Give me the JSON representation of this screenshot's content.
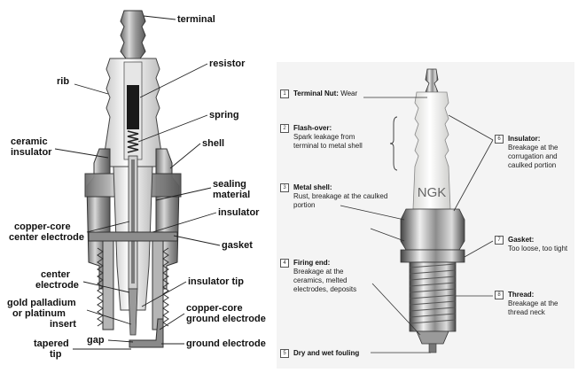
{
  "left_diagram": {
    "labels": {
      "terminal": "terminal",
      "resistor": "resistor",
      "rib": "rib",
      "spring": "spring",
      "ceramic_insulator": [
        "ceramic",
        "insulator"
      ],
      "shell": "shell",
      "sealing_material": [
        "sealing",
        "material"
      ],
      "insulator": "insulator",
      "copper_core_center_electrode": [
        "copper-core",
        "center electrode"
      ],
      "gasket": "gasket",
      "center_electrode": [
        "center",
        "electrode"
      ],
      "insulator_tip": "insulator tip",
      "gold_palladium": [
        "gold palladium",
        "or platinum",
        "insert"
      ],
      "copper_core_ground_electrode": [
        "copper-core",
        "ground electrode"
      ],
      "gap": "gap",
      "tapered_tip": [
        "tapered",
        "tip"
      ],
      "ground_electrode": "ground electrode"
    }
  },
  "right_diagram": {
    "brand_text": "NGK",
    "items": [
      {
        "num": "1",
        "title": "Terminal Nut:",
        "inline": " Wear",
        "lines": []
      },
      {
        "num": "2",
        "title": "Flash-over:",
        "inline": "",
        "lines": [
          "Spark leakage from",
          "terminal to metal shell"
        ]
      },
      {
        "num": "3",
        "title": "Metal shell:",
        "inline": "",
        "lines": [
          "Rust, breakage at the caulked",
          "portion"
        ]
      },
      {
        "num": "4",
        "title": "Firing end:",
        "inline": "",
        "lines": [
          "Breakage at the",
          "ceramics, melted",
          "electrodes, deposits"
        ]
      },
      {
        "num": "5",
        "title": "Dry and wet fouling",
        "inline": "",
        "lines": []
      },
      {
        "num": "6",
        "title": "Insulator:",
        "inline": "",
        "lines": [
          "Breakage at the",
          "corrugation and",
          "caulked portion"
        ]
      },
      {
        "num": "7",
        "title": "Gasket:",
        "inline": "",
        "lines": [
          "Too loose, too tight"
        ]
      },
      {
        "num": "8",
        "title": "Thread:",
        "inline": "",
        "lines": [
          "Breakage at the",
          "thread neck"
        ]
      }
    ]
  },
  "colors": {
    "background": "#ffffff",
    "right_panel_bg": "#f4f4f4",
    "label_text": "#111111",
    "leader_line": "#222222",
    "metal": "#9a9a9a",
    "ceramic": "#e9e9e9",
    "core": "#1a1a1a"
  }
}
